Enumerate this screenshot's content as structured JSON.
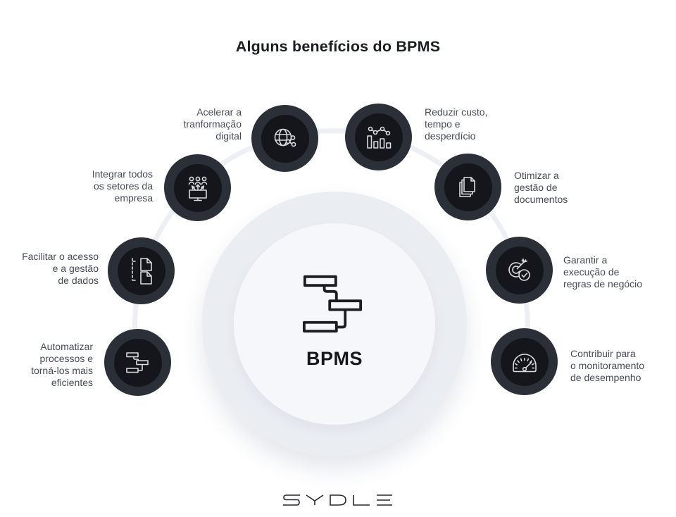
{
  "title": "Alguns benefícios do BPMS",
  "center": {
    "label": "BPMS",
    "icon": "flowchart-icon"
  },
  "footer": {
    "brand": "SYDLE"
  },
  "colors": {
    "node_ring": "#2b2f37",
    "node_inner": "#14161c",
    "icon_stroke": "#d9dbdf",
    "ring_arc": "#edeff4",
    "center_outer": "#eaedf2",
    "center_inner": "#f6f7fa",
    "label_text": "#474b54",
    "title_text": "#1b1d21"
  },
  "benefits": [
    {
      "id": "automatizar-processos",
      "icon": "flowchart-icon",
      "lines": [
        "Automatizar",
        "processos e",
        "torná-los mais",
        "eficientes"
      ]
    },
    {
      "id": "facilitar-acesso-dados",
      "icon": "documents-branch-icon",
      "lines": [
        "Facilitar o acesso",
        "e a gestão",
        "de dados"
      ]
    },
    {
      "id": "integrar-setores",
      "icon": "people-monitor-icon",
      "lines": [
        "Integrar todos",
        "os setores da",
        "empresa"
      ]
    },
    {
      "id": "acelerar-transformacao",
      "icon": "globe-network-icon",
      "lines": [
        "Acelerar a",
        "tranformação",
        "digital"
      ]
    },
    {
      "id": "reduzir-custo",
      "icon": "chart-bars-line-icon",
      "lines": [
        "Reduzir custo,",
        "tempo e",
        "desperdício"
      ]
    },
    {
      "id": "otimizar-documentos",
      "icon": "documents-stack-icon",
      "lines": [
        "Otimizar a",
        "gestão de",
        "documentos"
      ]
    },
    {
      "id": "garantir-regras",
      "icon": "target-check-icon",
      "lines": [
        "Garantir a",
        "execução de",
        "regras de negócio"
      ]
    },
    {
      "id": "contribuir-monitoramento",
      "icon": "gauge-icon",
      "lines": [
        "Contribuir para",
        "o monitoramento",
        "de desempenho"
      ]
    }
  ]
}
